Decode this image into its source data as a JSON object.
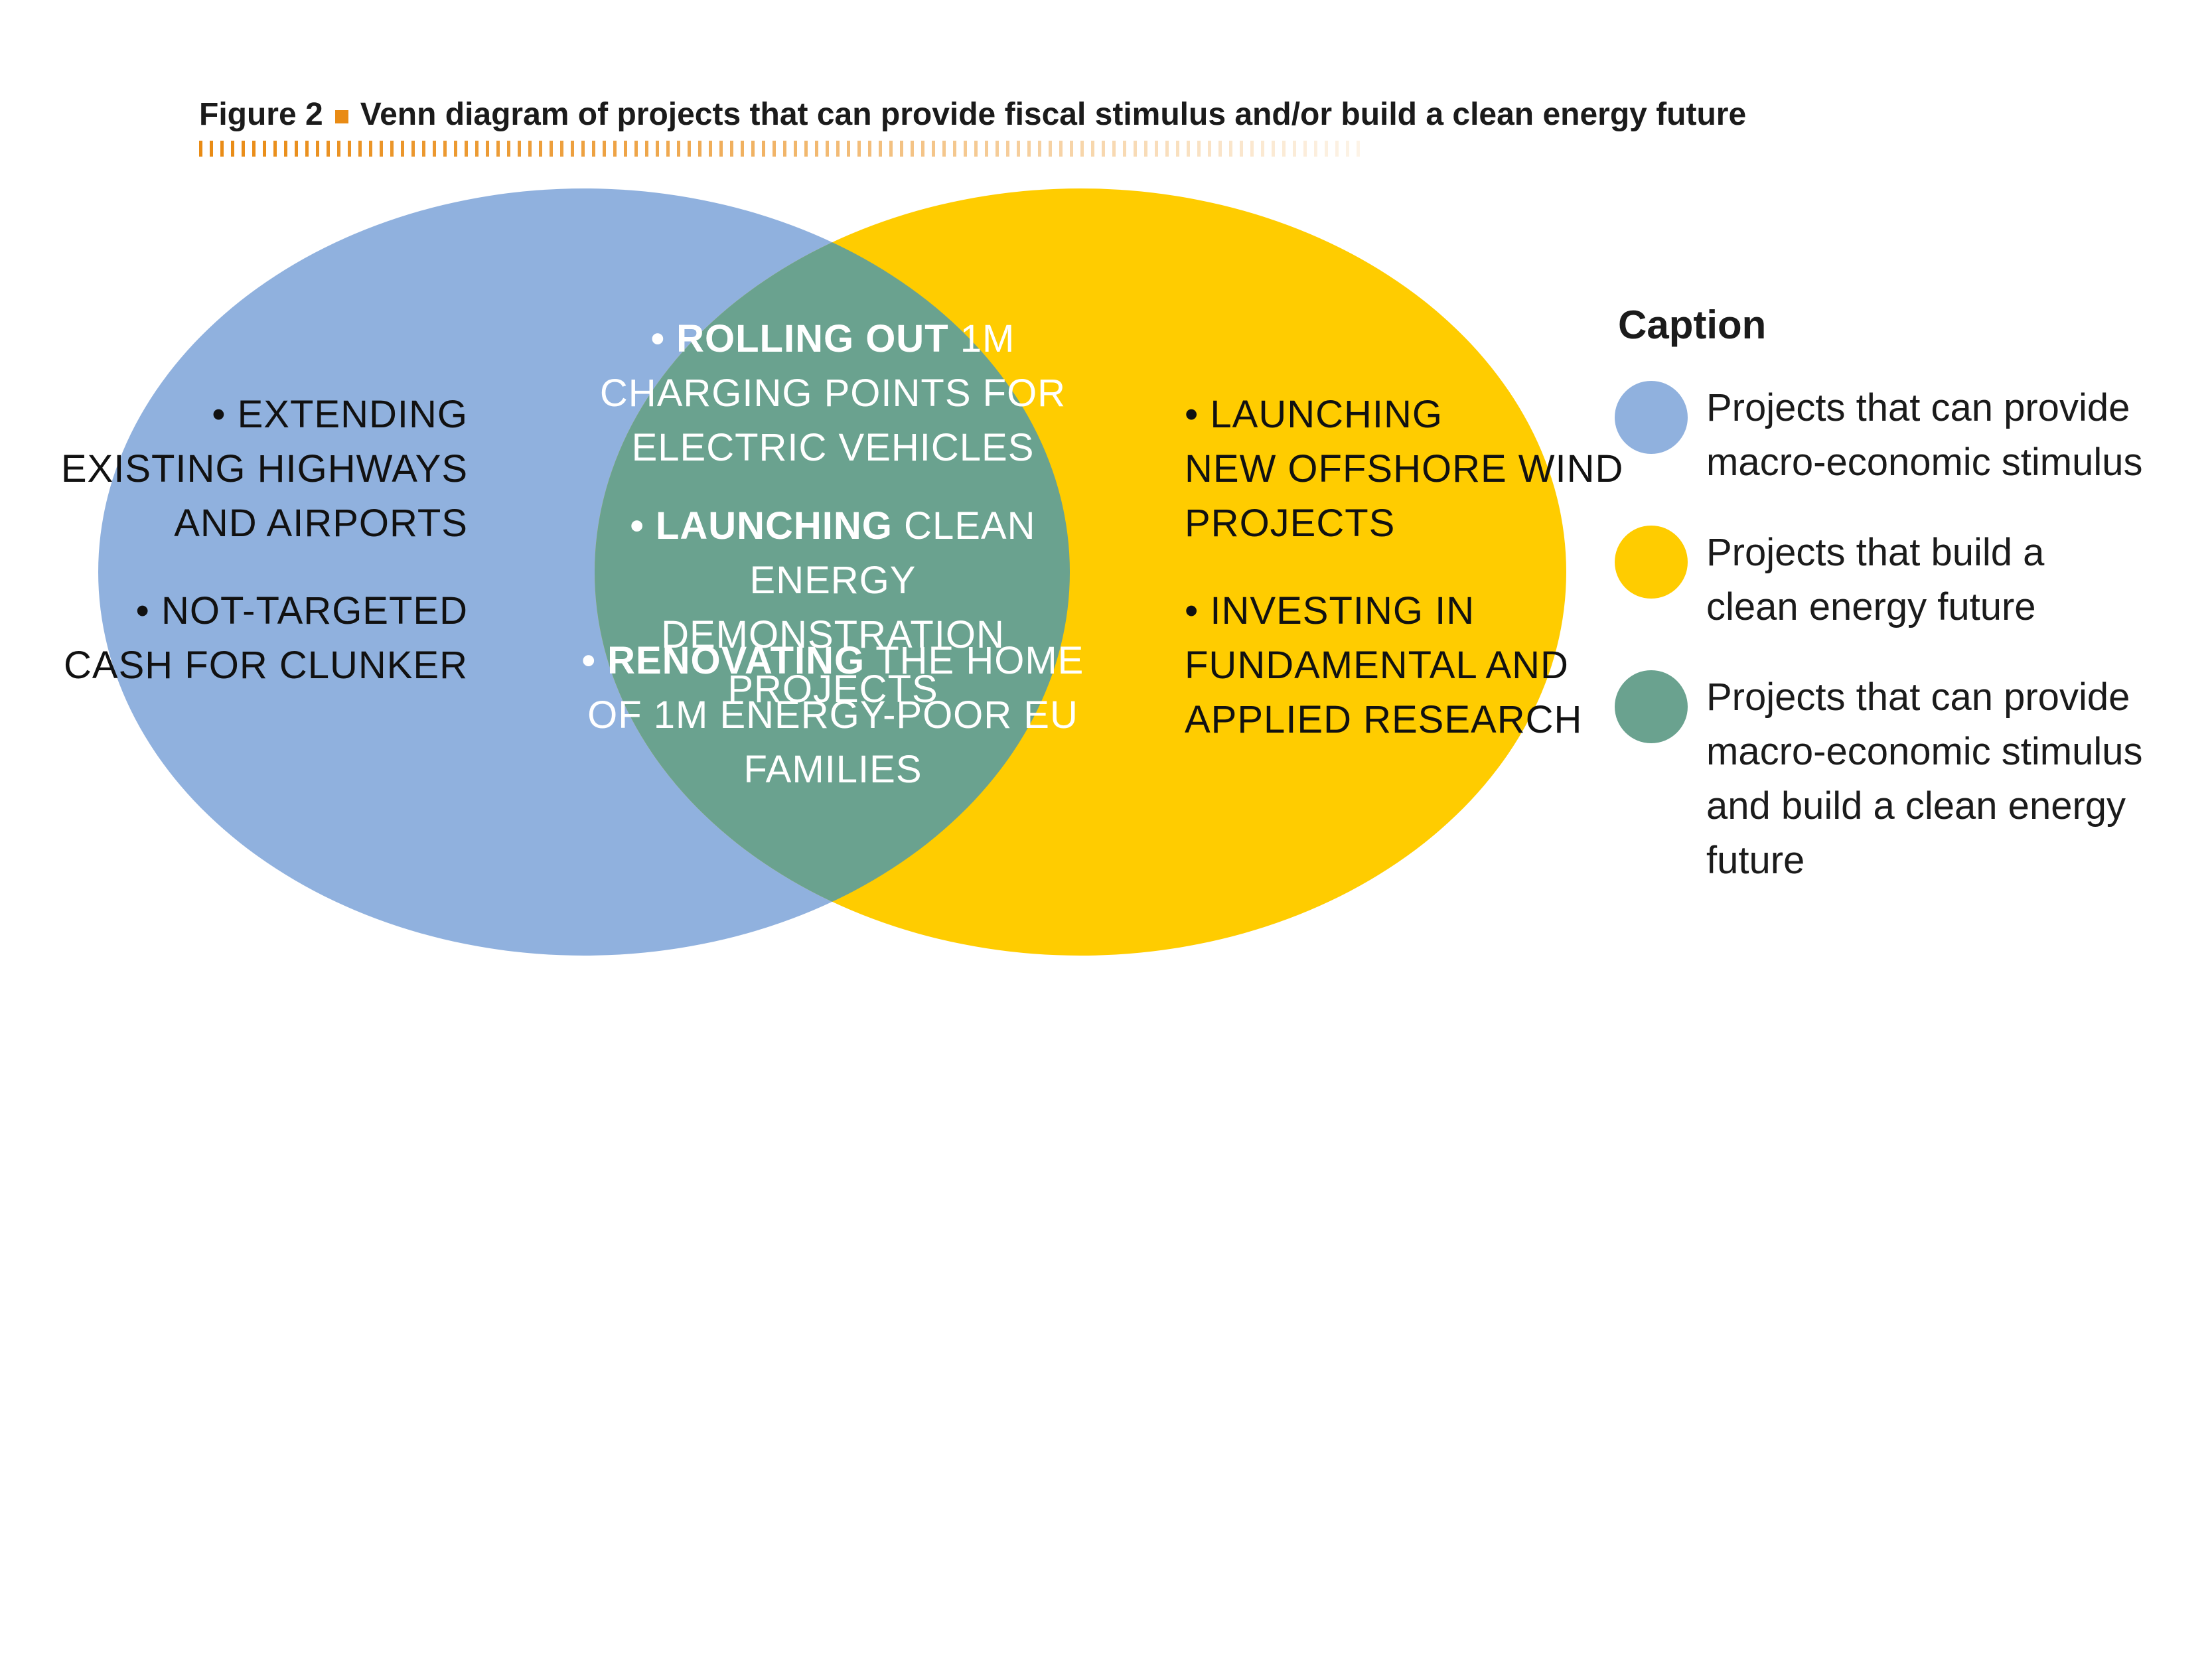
{
  "figure": {
    "number": "Figure 2",
    "title": "Venn diagram of projects that can provide fiscal stimulus and/or build a clean energy future",
    "accent_color": "#e98b14"
  },
  "colors": {
    "stimulus_blue": "#90b1de",
    "clean_yellow": "#ffcc00",
    "overlap_green": "#6aa28f",
    "legend_green": "#6aa28f"
  },
  "left_region": {
    "items": [
      {
        "lines": [
          "• EXTENDING",
          "EXISTING HIGHWAYS",
          "AND AIRPORTS"
        ]
      },
      {
        "lines": [
          "• NOT-TARGETED",
          "CASH FOR CLUNKER"
        ]
      }
    ]
  },
  "right_region": {
    "items": [
      {
        "lines": [
          "• LAUNCHING",
          "NEW OFFSHORE WIND",
          "PROJECTS"
        ]
      },
      {
        "lines": [
          "• INVESTING IN",
          "FUNDAMENTAL AND",
          "APPLIED RESEARCH"
        ]
      }
    ]
  },
  "center_region": {
    "items": [
      {
        "bold": "• ROLLING OUT",
        "rest_first_line": " 1M",
        "lines": [
          "CHARGING POINTS FOR",
          "ELECTRIC VEHICLES"
        ]
      },
      {
        "bold": "• LAUNCHING",
        "rest_first_line": " CLEAN ENERGY",
        "lines": [
          "DEMONSTRATION PROJECTS"
        ]
      },
      {
        "bold": "• RENOVATING",
        "rest_first_line": " THE HOME",
        "lines": [
          "OF 1M ENERGY-POOR EU",
          "FAMILIES"
        ]
      }
    ]
  },
  "legend": {
    "title": "Caption",
    "items": [
      {
        "label": "Projects that can provide macro-economic stimulus",
        "color": "#90b1de"
      },
      {
        "label": "Projects that build a clean energy future",
        "color": "#ffcc00"
      },
      {
        "label": "Projects that can provide macro-economic stimulus and build a clean energy future",
        "color": "#6aa28f"
      }
    ]
  }
}
